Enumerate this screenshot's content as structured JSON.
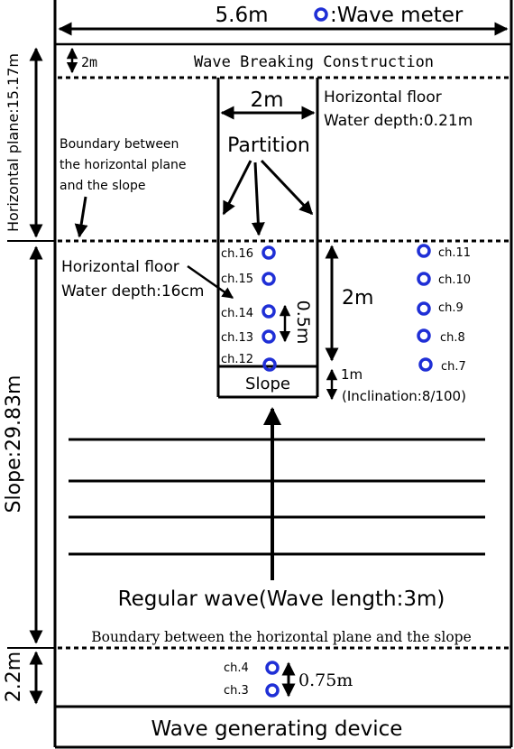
{
  "colors": {
    "wave_meter": "#1f2fd6",
    "line": "#000000"
  },
  "dimensions": {
    "width": "5.6m",
    "top_band": "2m",
    "horizontal_plane": "Horizontal plane:15.17m",
    "slope": "Slope:29.83m",
    "bottom_band": "2.2m",
    "partition_width": "2m",
    "horizontal_floor_length": "2m",
    "slope_length": "1m",
    "inclination": "(Inclination:8/100)",
    "meter_spacing": "0.5m",
    "generator_meter_spacing": "0.75m"
  },
  "legend": {
    "wave_meter_label": ":Wave meter",
    "icon": "circle-icon"
  },
  "labels": {
    "wave_breaking": "Wave Breaking Construction",
    "horizontal_floor_top_line1": "Horizontal floor",
    "horizontal_floor_top_line2": "Water depth:0.21m",
    "partition": "Partition",
    "boundary_top_line1": "Boundary between",
    "boundary_top_line2": "the horizontal plane",
    "boundary_top_line3": "and the slope",
    "horizontal_floor_mid_line1": "Horizontal floor",
    "horizontal_floor_mid_line2": "Water depth:16cm",
    "slope_box": "Slope",
    "regular_wave": "Regular wave(Wave length:3m)",
    "boundary_bottom": "Boundary between the horizontal plane and the slope",
    "wave_generating_device": "Wave generating device"
  },
  "channels": {
    "ch16": "ch.16",
    "ch15": "ch.15",
    "ch14": "ch.14",
    "ch13": "ch.13",
    "ch12": "ch.12",
    "ch11": "ch.11",
    "ch10": "ch.10",
    "ch9": "ch.9",
    "ch8": "ch.8",
    "ch7": "ch.7",
    "ch4": "ch.4",
    "ch3": "ch.3"
  }
}
